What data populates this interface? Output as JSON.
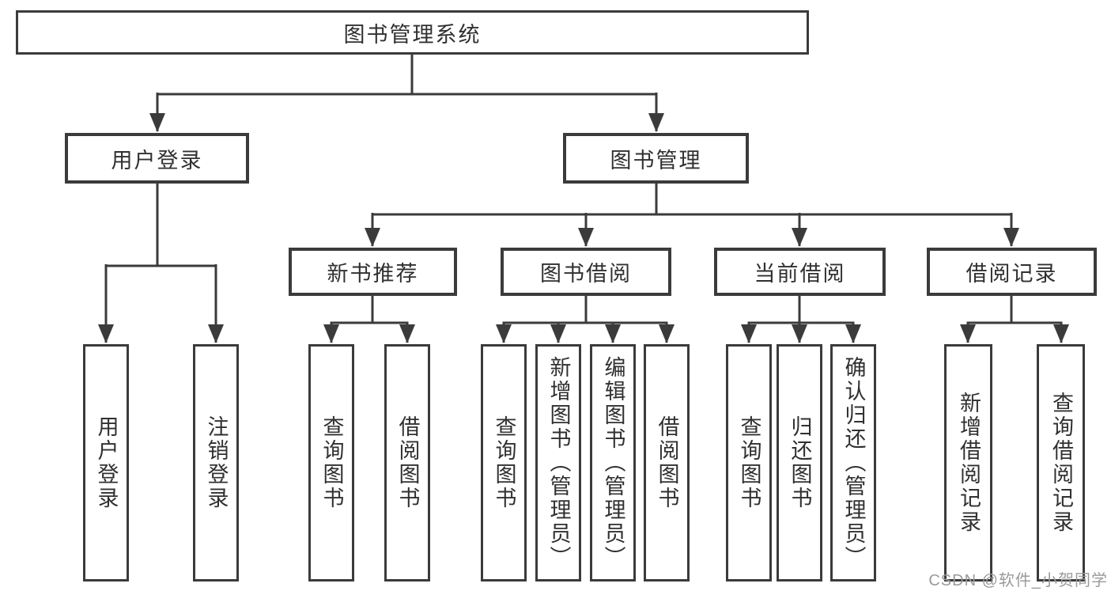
{
  "tree": {
    "label": "图书管理系统",
    "children": [
      {
        "label": "用户登录",
        "children": [
          {
            "label": "用户登录"
          },
          {
            "label": "注销登录"
          }
        ]
      },
      {
        "label": "图书管理",
        "children": [
          {
            "label": "新书推荐",
            "children": [
              {
                "label": "查询图书"
              },
              {
                "label": "借阅图书"
              }
            ]
          },
          {
            "label": "图书借阅",
            "children": [
              {
                "label": "查询图书"
              },
              {
                "label": "新增图书（管理员）"
              },
              {
                "label": "编辑图书（管理员）"
              },
              {
                "label": "借阅图书"
              }
            ]
          },
          {
            "label": "当前借阅",
            "children": [
              {
                "label": "查询图书"
              },
              {
                "label": "归还图书"
              },
              {
                "label": "确认归还（管理员）"
              }
            ]
          },
          {
            "label": "借阅记录",
            "children": [
              {
                "label": "新增借阅记录"
              },
              {
                "label": "查询借阅记录"
              }
            ]
          }
        ]
      }
    ]
  },
  "watermark": {
    "text": "CSDN @软件_小贺同学"
  },
  "colors": {
    "line": "#3b3b3b",
    "text": "#303030",
    "watermark": "#9a9a9a",
    "bg": "#ffffff"
  }
}
